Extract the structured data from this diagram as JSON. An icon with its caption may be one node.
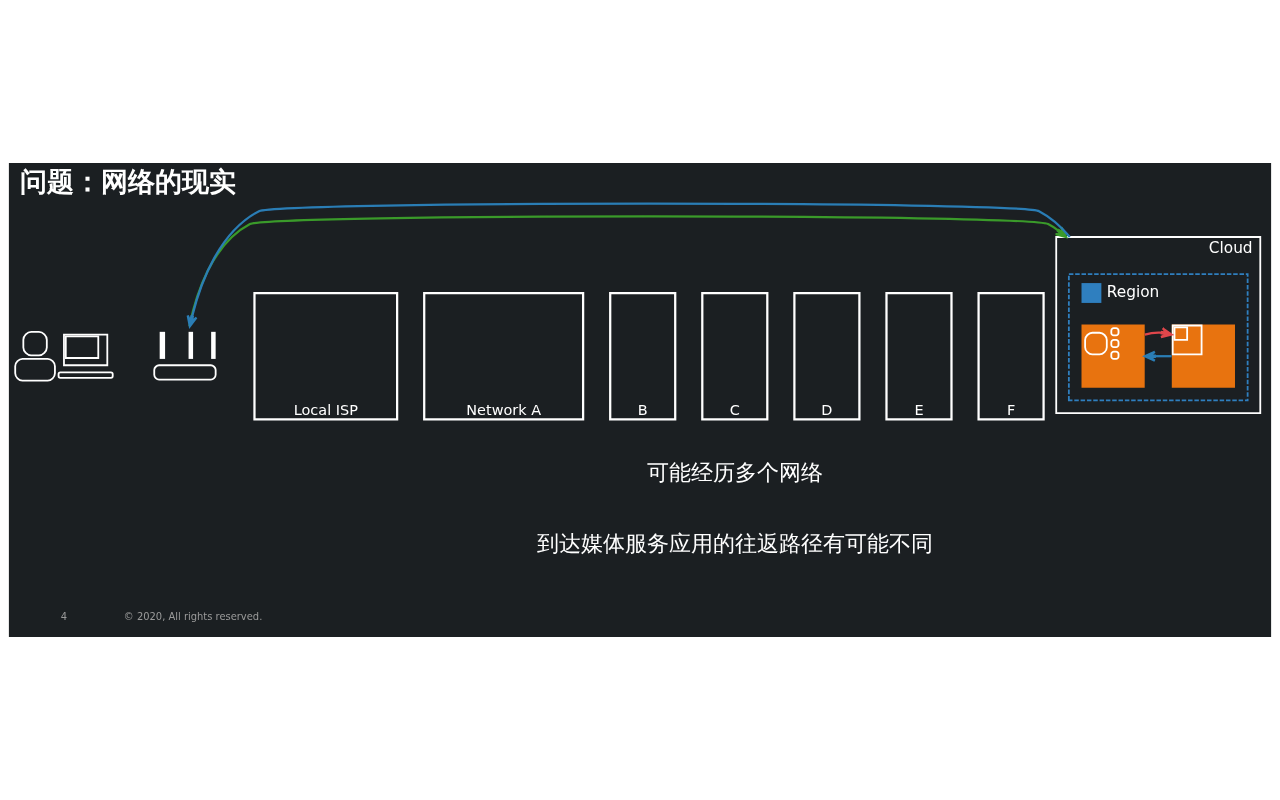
{
  "diagram": {
    "title": "问题：网络的现实",
    "nodes": [
      {
        "text": [],
        "shape": "person"
      },
      {
        "text": [],
        "shape": "picture"
      },
      {
        "text": [
          "Local ISP"
        ]
      },
      {
        "text": [
          "Network A"
        ]
      },
      {
        "text": [
          "B"
        ]
      },
      {
        "text": [
          "C"
        ]
      },
      {
        "text": [
          "D"
        ]
      },
      {
        "text": [
          "E"
        ]
      },
      {
        "text": [
          "F"
        ]
      },
      {
        "text": [
          "Cloud"
        ]
      },
      {
        "text": [
          "Region"
        ],
        "in": 9
      },
      {
        "text": [],
        "shape": "picture",
        "in": 10
      },
      {
        "text": [],
        "shape": "picture",
        "in": 10
      }
    ],
    "edges": [
      {
        "from": 1,
        "to": 9,
        "arrow": "to",
        "color": "#3a9a2a"
      },
      {
        "from": 9,
        "to": 1,
        "arrow": "to",
        "color": "#2a7db5"
      },
      {
        "from": 12,
        "to": 11,
        "arrow": "to",
        "color": "#2a7db5"
      },
      {
        "from": 11,
        "to": 12,
        "arrow": "to",
        "color": "#e0464b"
      }
    ],
    "labels": [
      "可能经历多个网络",
      "到达媒体服务应用的往返路径有可能不同",
      "4",
      "© 2020, All rights reserved."
    ]
  }
}
